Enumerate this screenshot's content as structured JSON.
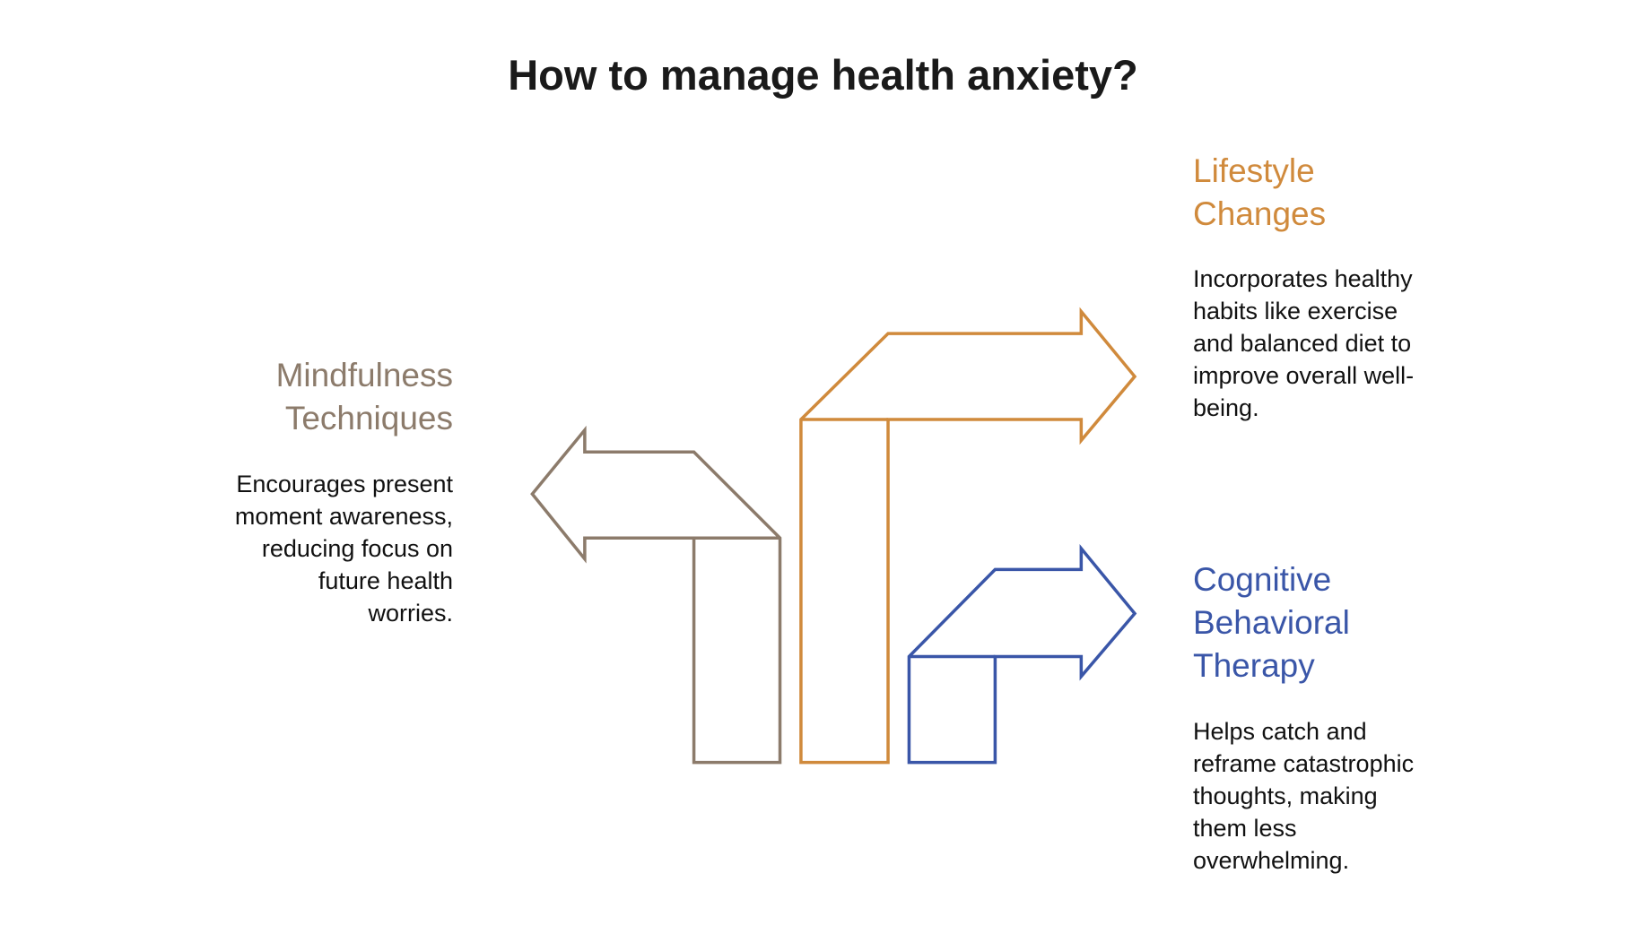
{
  "title": "How to manage health anxiety?",
  "colors": {
    "mindfulness": "#8c7b6b",
    "lifestyle": "#d08a3c",
    "cbt": "#3a56a8"
  },
  "items": {
    "mindfulness": {
      "heading": [
        "Mindfulness",
        "Techniques"
      ],
      "body": [
        "Encourages present",
        "moment awareness,",
        "reducing focus on",
        "future health",
        "worries."
      ]
    },
    "lifestyle": {
      "heading": [
        "Lifestyle",
        "Changes"
      ],
      "body": [
        "Incorporates healthy",
        "habits like exercise",
        "and balanced diet to",
        "improve overall well-",
        "being."
      ]
    },
    "cbt": {
      "heading": [
        "Cognitive",
        "Behavioral",
        "Therapy"
      ],
      "body": [
        "Helps catch and",
        "reframe catastrophic",
        "thoughts, making",
        "them less",
        "overwhelming."
      ]
    }
  }
}
